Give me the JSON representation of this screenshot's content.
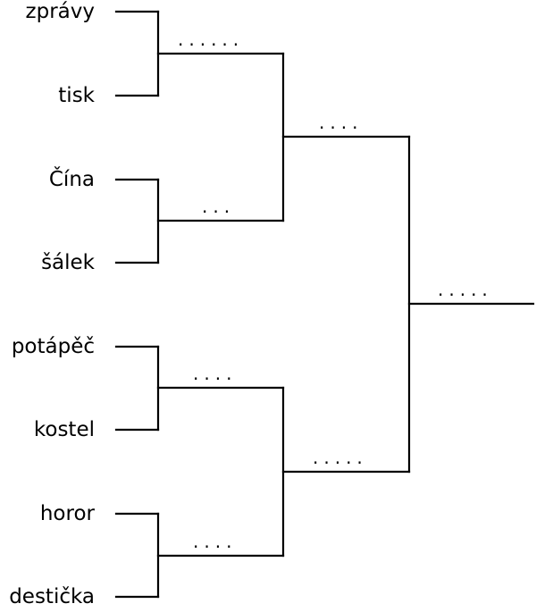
{
  "words": [
    "zprávy",
    "tisk",
    "Čína",
    "šálek",
    "potápěč",
    "kostel",
    "horor",
    "destička"
  ],
  "blanks": {
    "pair1": "......",
    "pair2": "...",
    "pair3": "....",
    "pair4": "....",
    "semi1": "....",
    "semi2": ".....",
    "final": "....."
  }
}
